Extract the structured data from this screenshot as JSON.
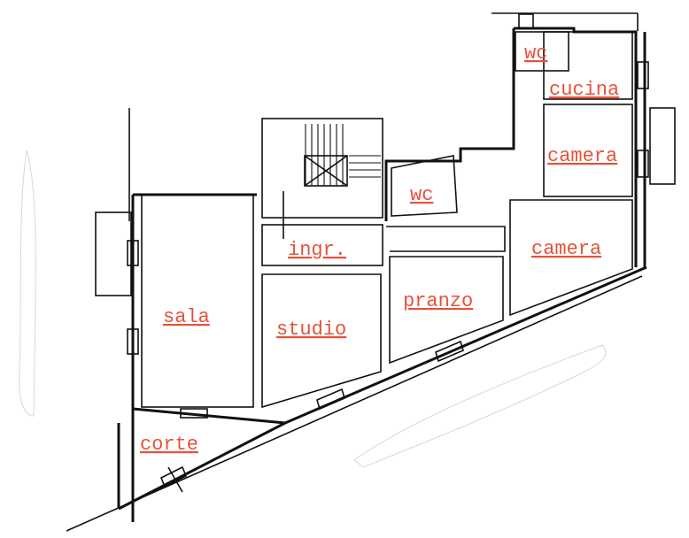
{
  "floor_plan": {
    "label_color": "#e4533a",
    "line_color": "#111111",
    "rooms": [
      {
        "id": "wc-top",
        "label": "wc"
      },
      {
        "id": "cucina",
        "label": "cucina"
      },
      {
        "id": "camera-upper",
        "label": "camera"
      },
      {
        "id": "wc-middle",
        "label": "wc"
      },
      {
        "id": "camera-lower",
        "label": "camera"
      },
      {
        "id": "ingresso",
        "label": "ingr."
      },
      {
        "id": "pranzo",
        "label": "pranzo"
      },
      {
        "id": "sala",
        "label": "sala"
      },
      {
        "id": "studio",
        "label": "studio"
      },
      {
        "id": "corte",
        "label": "corte"
      }
    ]
  }
}
